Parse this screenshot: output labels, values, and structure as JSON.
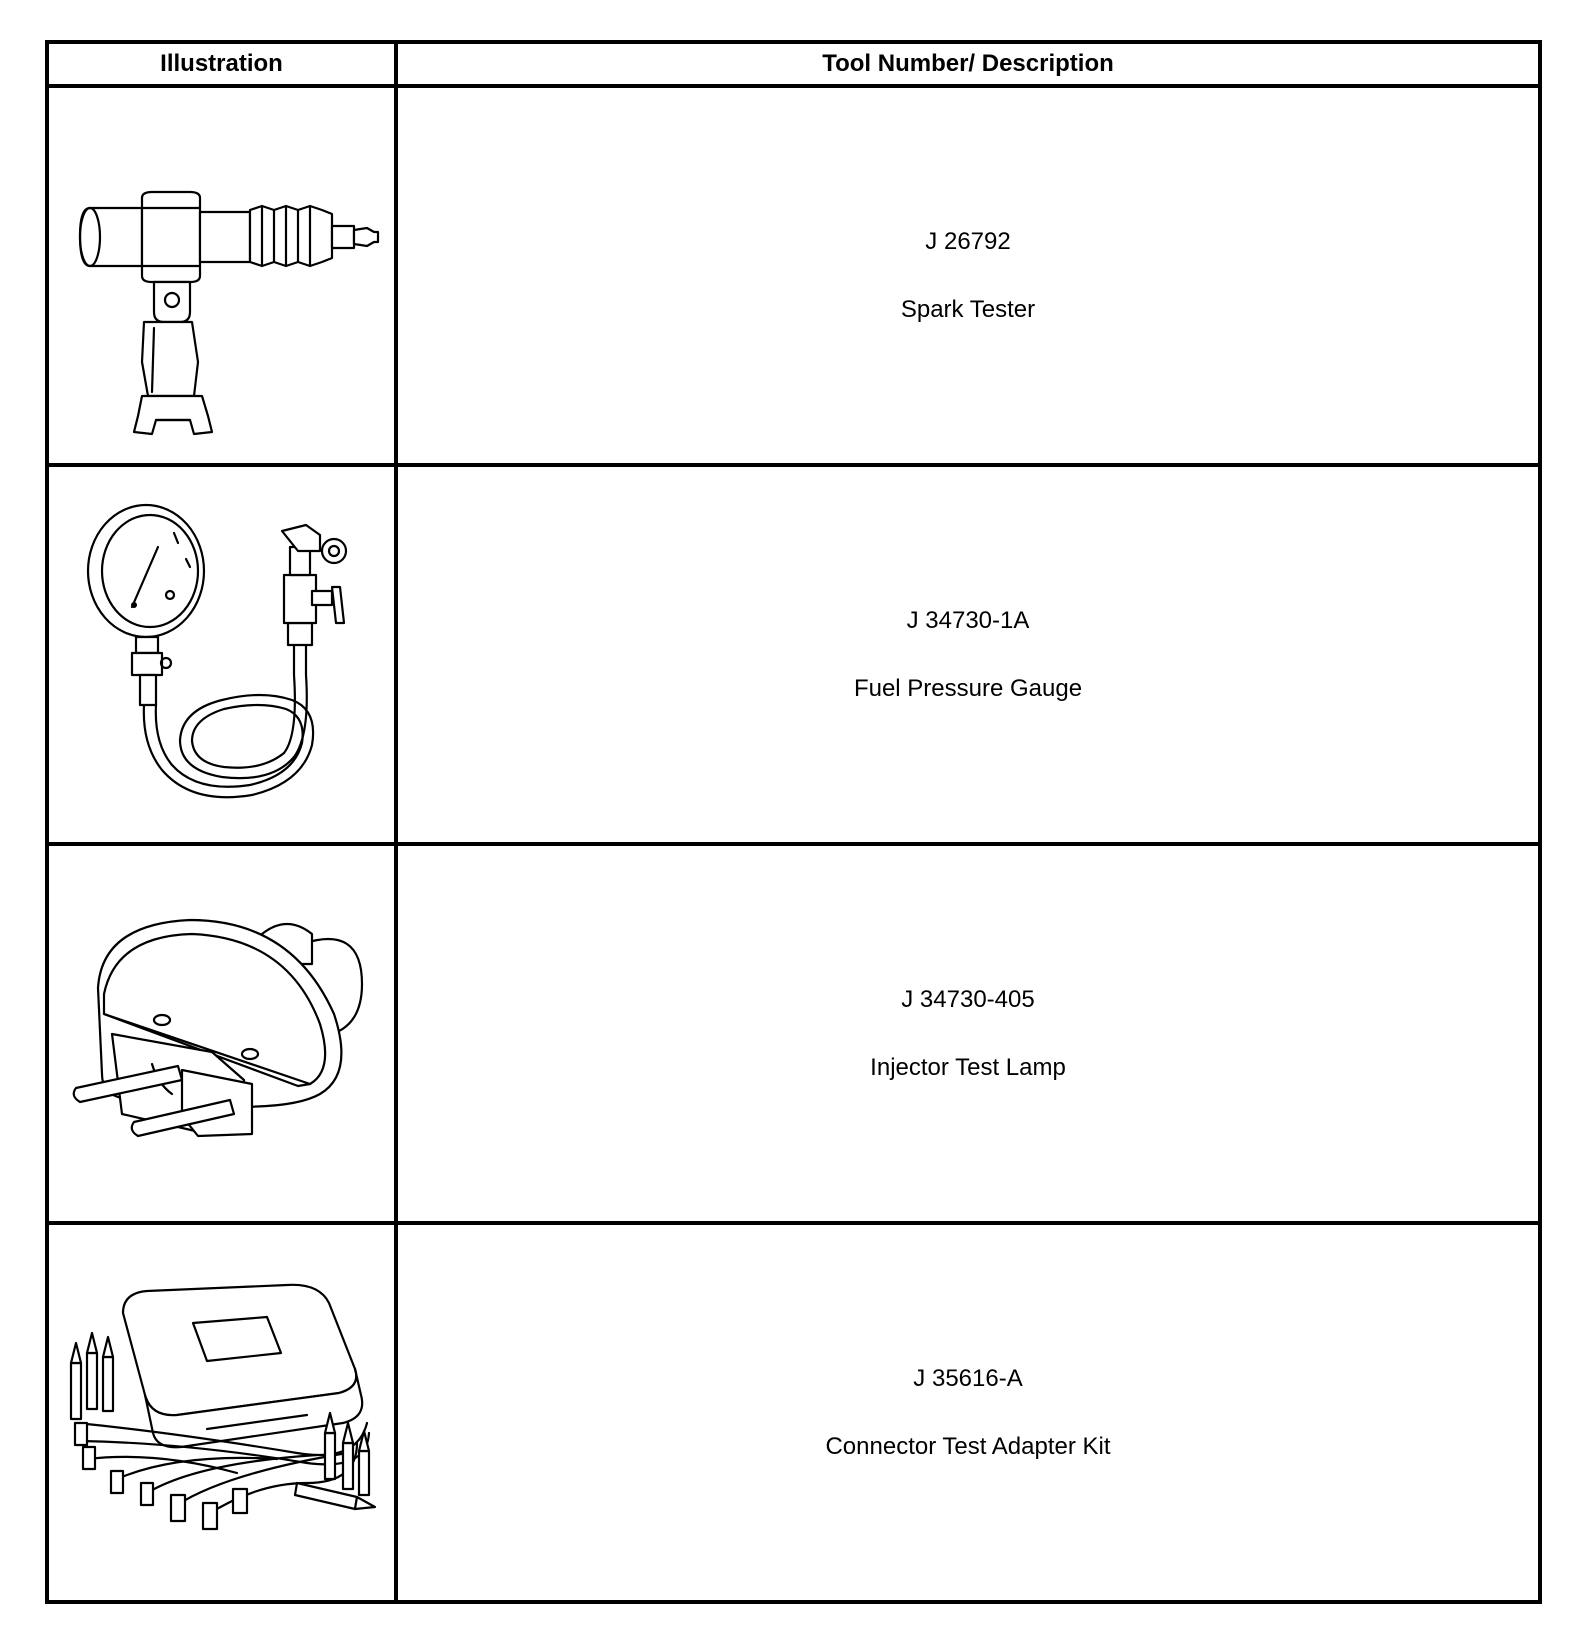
{
  "table": {
    "headers": {
      "illustration": "Illustration",
      "description": "Tool Number/ Description"
    },
    "rows": [
      {
        "tool_number": "J 26792",
        "description": "Spark Tester",
        "illustration_icon": "spark-tester-icon"
      },
      {
        "tool_number": "J 34730-1A",
        "description": "Fuel Pressure Gauge",
        "illustration_icon": "fuel-pressure-gauge-icon"
      },
      {
        "tool_number": "J 34730-405",
        "description": "Injector Test Lamp",
        "illustration_icon": "injector-test-lamp-icon"
      },
      {
        "tool_number": "J 35616-A",
        "description": "Connector Test Adapter Kit",
        "illustration_icon": "connector-test-adapter-kit-icon"
      }
    ]
  }
}
